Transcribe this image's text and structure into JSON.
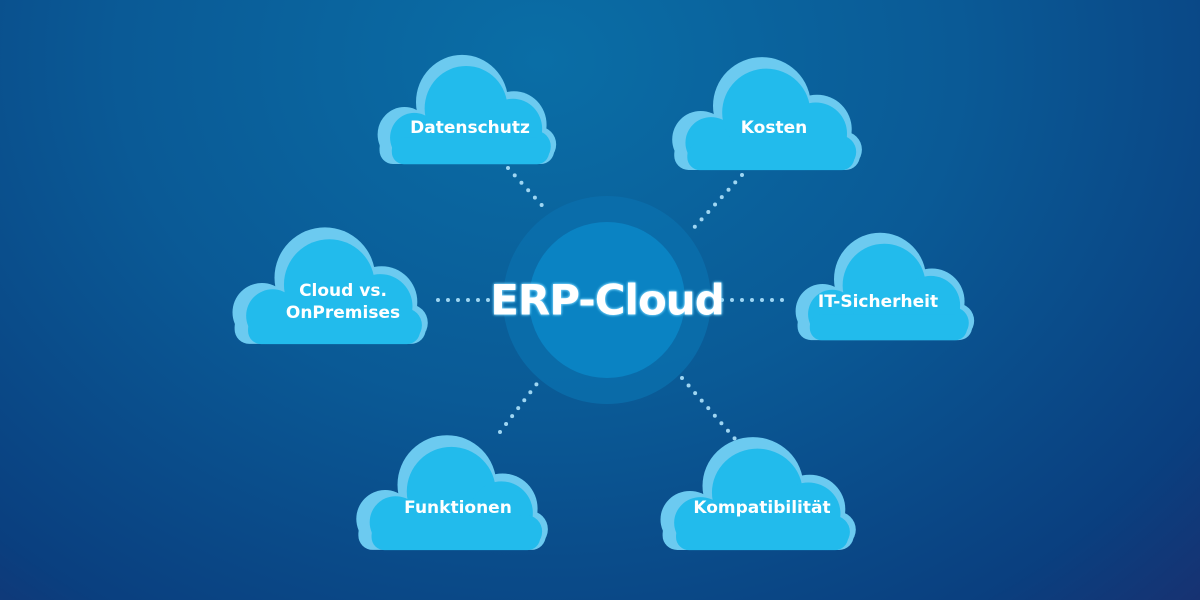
{
  "center": {
    "title": "ERP-Cloud"
  },
  "topics": [
    {
      "label": "Datenschutz"
    },
    {
      "label": "Kosten"
    },
    {
      "label_line1": "Cloud vs.",
      "label_line2": "OnPremises"
    },
    {
      "label": "IT-Sicherheit"
    },
    {
      "label": "Funktionen"
    },
    {
      "label": "Kompatibilität"
    }
  ],
  "colors": {
    "cloud_front": "#22bbec",
    "cloud_back": "#6ccaf0",
    "dots": "#9fd6f2"
  }
}
